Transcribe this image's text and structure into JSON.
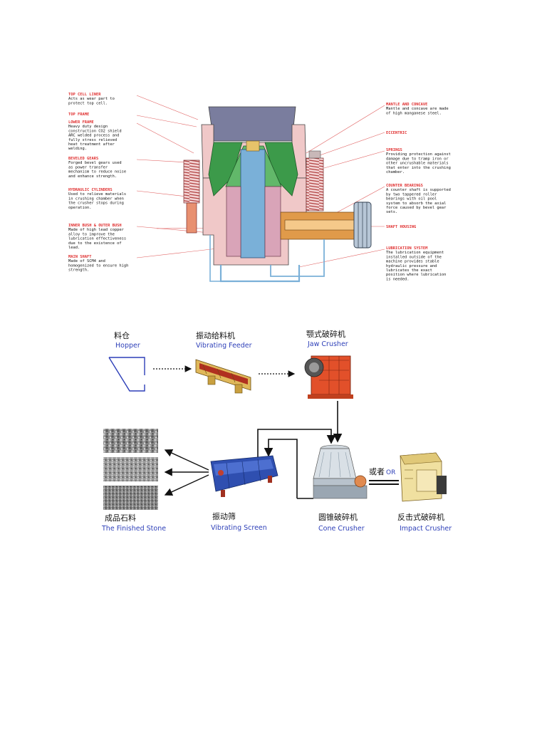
{
  "cone_crusher_diagram": {
    "left_labels": [
      {
        "title": "TOP CELL LINER",
        "desc": [
          "Acts as wear part to",
          "protect top cell."
        ]
      },
      {
        "title": "TOP FRAME",
        "desc": []
      },
      {
        "title": "LOWER FRAME",
        "desc": [
          "Heavy duty design",
          "construction CO2 shield",
          "ARC welded process and",
          "fully stress relieved",
          "heat treatment after",
          "welding."
        ]
      },
      {
        "title": "BEVELED GEARS",
        "desc": [
          "Forged bevel gears used",
          "as power transfer",
          "mechanism to reduce noise",
          "and enhance strength."
        ]
      },
      {
        "title": "HYDRAULIC CYLINDERS",
        "desc": [
          "Used to relieve materials",
          "in crushing chamber when",
          "the crusher stops during",
          "operation."
        ]
      },
      {
        "title": "INNER BUSH & OUTER BUSH",
        "desc": [
          "Made of high lead copper",
          "alloy to improve the",
          "lubrication effectiveness",
          "due to the existence of",
          "lead."
        ]
      },
      {
        "title": "MAIN SHAFT",
        "desc": [
          "Made of SCM4 and",
          "homogenized to ensure high",
          "strength."
        ]
      }
    ],
    "right_labels": [
      {
        "title": "MANTLE AND CONCAVE",
        "desc": [
          "Mantle and concave are made",
          "of high manganese steel."
        ]
      },
      {
        "title": "ECCENTRIC",
        "desc": []
      },
      {
        "title": "SPRINGS",
        "desc": [
          "Providing protection against",
          "damage due to tramp iron or",
          "other uncrushable materials",
          "that enter into the crushing",
          "chamber."
        ]
      },
      {
        "title": "COUNTER BEARINGS",
        "desc": [
          "A counter shaft is supported",
          "by two tappered roller",
          "bearings with oil pool",
          "system to absorb the axial",
          "force caused by bevel gear",
          "sets."
        ]
      },
      {
        "title": "SHAFT HOUSING",
        "desc": []
      },
      {
        "title": "LUBRICATION SYSTEM",
        "desc": [
          "The lubrication equipment",
          "installed outside of the",
          "machine provides stable",
          "hydraulic pressure and",
          "lubricates the exact",
          "position where lubrication",
          "is needed."
        ]
      }
    ]
  },
  "flow_diagram": {
    "hopper": {
      "zh": "料仓",
      "en": "Hopper"
    },
    "feeder": {
      "zh": "振动给料机",
      "en": "Vibrating Feeder"
    },
    "jaw": {
      "zh": "颚式破碎机",
      "en": "Jaw Crusher"
    },
    "stone": {
      "zh": "成品石料",
      "en": "The Finished Stone"
    },
    "screen": {
      "zh": "振动筛",
      "en": "Vibrating Screen"
    },
    "cone": {
      "zh": "圆锥破碎机",
      "en": "Cone Crusher"
    },
    "impact": {
      "zh": "反击式破碎机",
      "en": "Impact Crusher"
    },
    "or_label": {
      "zh": "或者",
      "en": "OR"
    }
  },
  "colors": {
    "label_red": "#e03030",
    "flow_blue": "#2d3fb8",
    "hopper_cover": "#7a7d9e",
    "cone_green": "#3c9a4a",
    "body_pink": "#f0c8c8",
    "shaft_blue": "#7ab0d8",
    "frame_orange": "#e09a4a"
  }
}
